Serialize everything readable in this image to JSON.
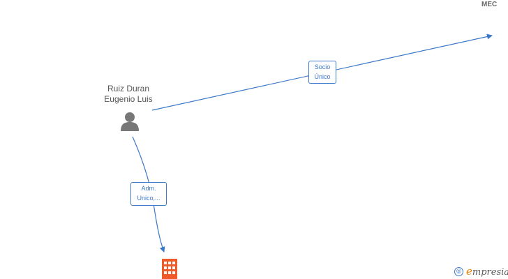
{
  "nodes": {
    "person": {
      "name_line1": "Ruiz Duran",
      "name_line2": "Eugenio Luis",
      "icon": "person-icon"
    },
    "top_right": {
      "label": "MEC"
    },
    "company": {
      "icon": "building-icon"
    }
  },
  "edges": [
    {
      "from": "person",
      "to": "top_right",
      "label_line1": "Socio",
      "label_line2": "Único"
    },
    {
      "from": "person",
      "to": "company",
      "label_line1": "Adm.",
      "label_line2": "Unico,..."
    }
  ],
  "watermark": {
    "copyright_symbol": "©",
    "brand_initial": "e",
    "brand_rest": "mpresia",
    "icon": "copyright-icon"
  },
  "colors": {
    "edge": "#3a78c8",
    "person_icon": "#777777",
    "company_icon": "#f05a28",
    "brand_accent": "#f07c00"
  }
}
